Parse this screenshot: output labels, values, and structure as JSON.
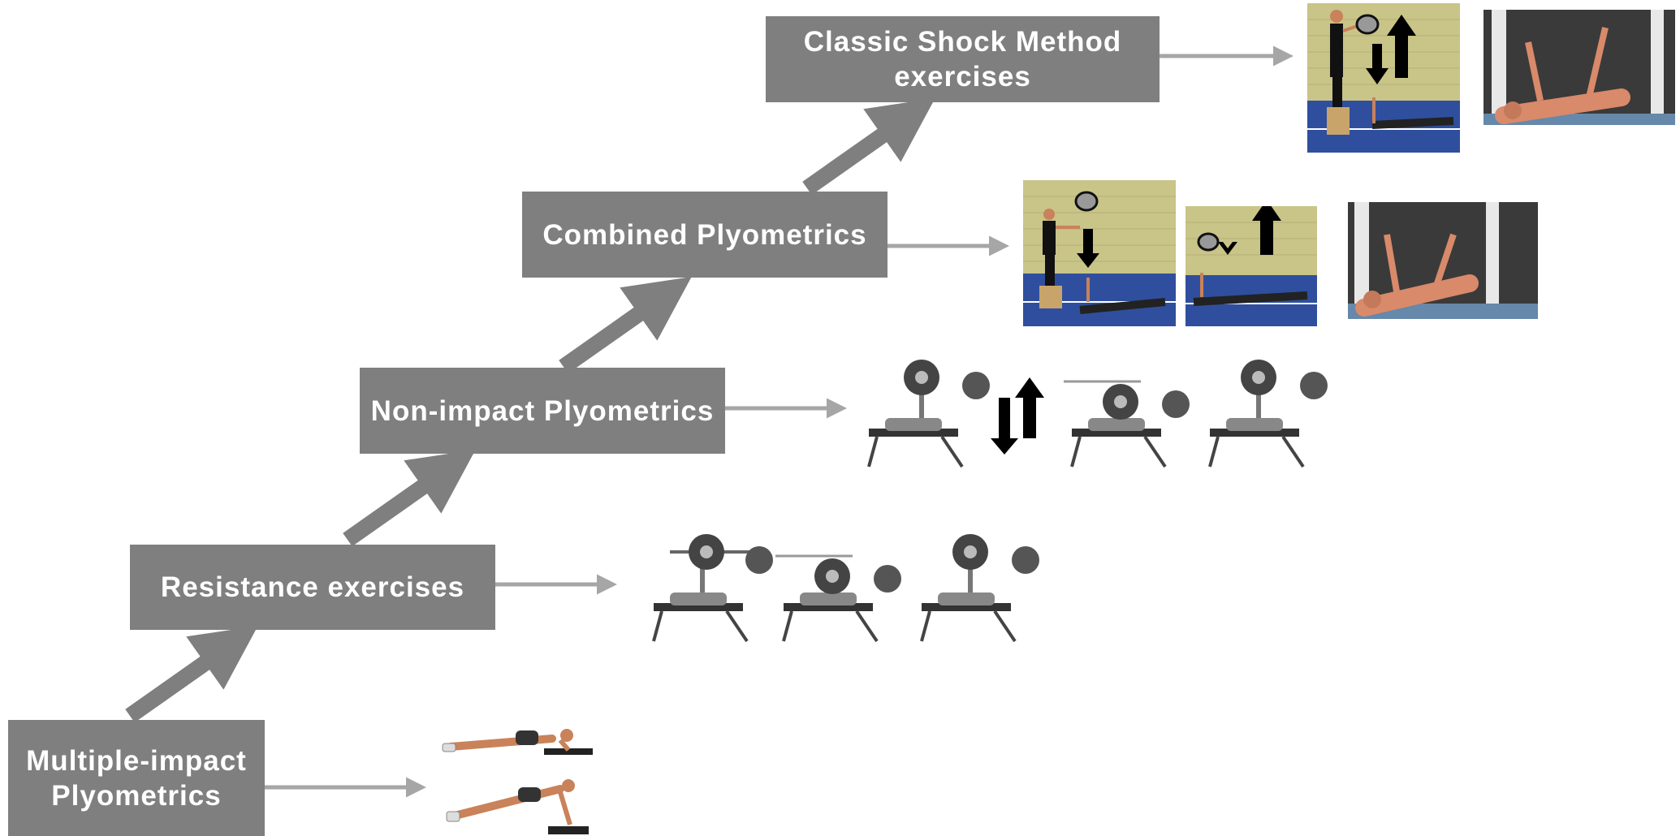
{
  "steps": [
    {
      "label": "Multiple-impact Plyometrics"
    },
    {
      "label": "Resistance exercises"
    },
    {
      "label": "Non-impact Plyometrics"
    },
    {
      "label": "Combined Plyometrics"
    },
    {
      "label": "Classic Shock Method exercises"
    }
  ],
  "colors": {
    "box": "#7f7f7f",
    "arrow": "#7f7f7f",
    "wall": "#c9c488",
    "floor": "#2f4f9e",
    "skin": "#c9825a",
    "gym": "#3a3a3a"
  }
}
